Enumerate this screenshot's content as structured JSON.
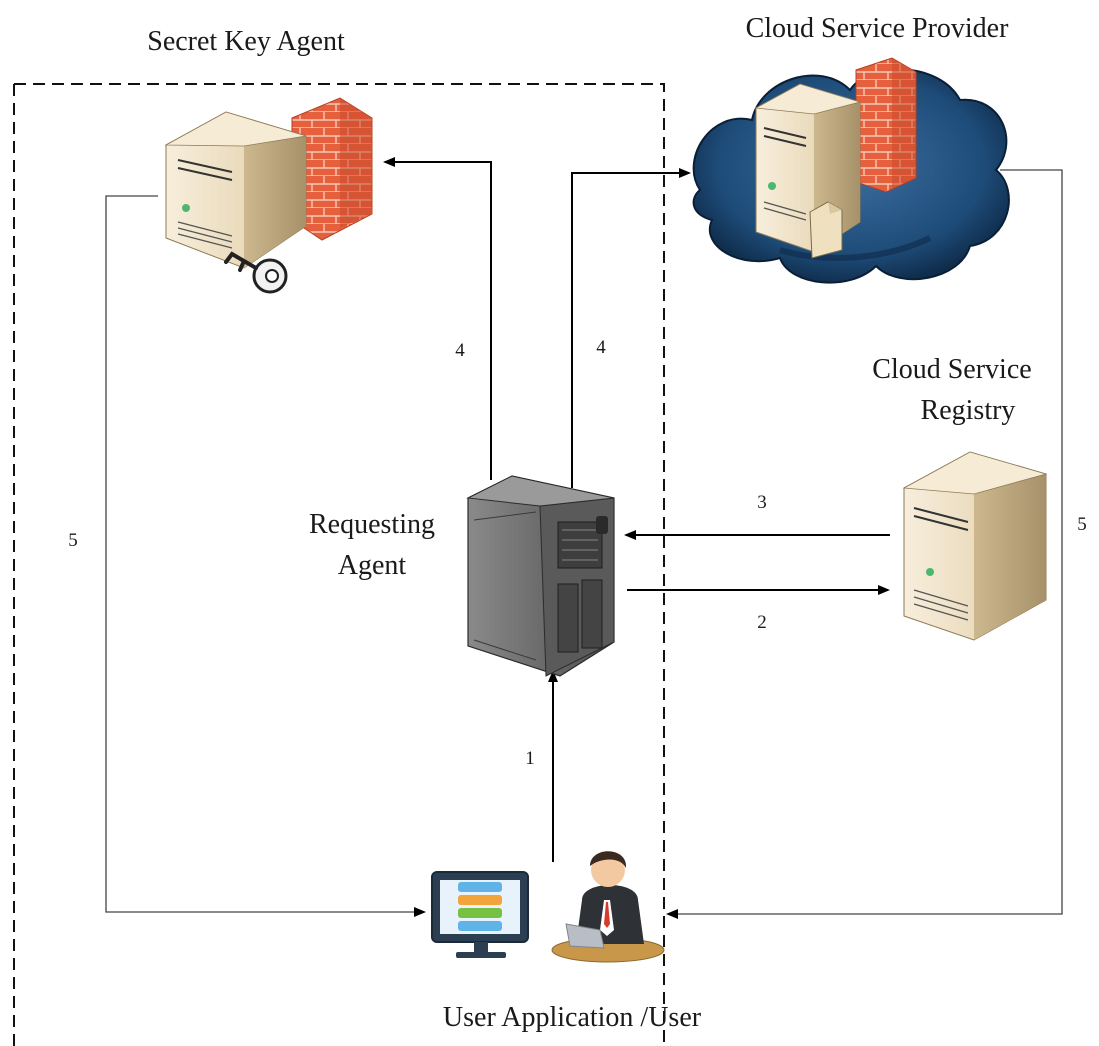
{
  "labels": {
    "secret_key_agent": "Secret Key Agent",
    "cloud_service_provider": "Cloud Service Provider",
    "cloud_service_registry_line1": "Cloud Service",
    "cloud_service_registry_line2": "Registry",
    "requesting_agent_line1": "Requesting",
    "requesting_agent_line2": "Agent",
    "user_application": "User Application /User"
  },
  "steps": {
    "step1": "1",
    "step2": "2",
    "step3": "3",
    "step4_left": "4",
    "step4_right": "4",
    "step5_left": "5",
    "step5_right": "5"
  },
  "colors": {
    "line": "#000000",
    "boundary": "#111111",
    "cloud": "#1f4f7e",
    "cloud_dark": "#0f2d4d",
    "firewall": "#e05a3a",
    "server_beige": "#efe2c7",
    "server_gray": "#6b6b6b"
  },
  "icons": {
    "secret_key_server": "server-with-key-icon",
    "firewall": "firewall-icon",
    "cloud": "cloud-icon",
    "registry_server": "server-icon",
    "requesting_server": "server-tower-icon",
    "monitor": "monitor-icon",
    "user": "user-avatar-icon"
  }
}
